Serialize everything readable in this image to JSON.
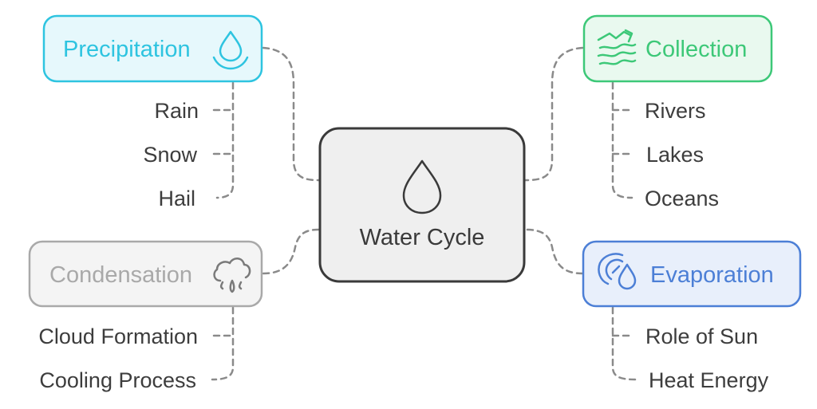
{
  "center": {
    "label": "Water Cycle"
  },
  "colors": {
    "precipitation": "#2ec4e0",
    "precipitation_fill": "#e6f8fc",
    "collection": "#3dc878",
    "collection_fill": "#e9f9ef",
    "condensation": "#a9a9a9",
    "condensation_fill": "#f4f4f4",
    "evaporation": "#4c7fd6",
    "evaporation_fill": "#e8effb",
    "center_stroke": "#3a3a3a",
    "center_fill": "#efefef"
  },
  "precipitation": {
    "label": "Precipitation",
    "icon": "water-drop-icon",
    "items": [
      "Rain",
      "Snow",
      "Hail"
    ]
  },
  "collection": {
    "label": "Collection",
    "icon": "landscape-water-icon",
    "items": [
      "Rivers",
      "Lakes",
      "Oceans"
    ]
  },
  "condensation": {
    "label": "Condensation",
    "icon": "cloud-rain-icon",
    "items": [
      "Cloud Formation",
      "Cooling Process"
    ]
  },
  "evaporation": {
    "label": "Evaporation",
    "icon": "gauge-drop-icon",
    "items": [
      "Role of Sun",
      "Heat Energy"
    ]
  }
}
